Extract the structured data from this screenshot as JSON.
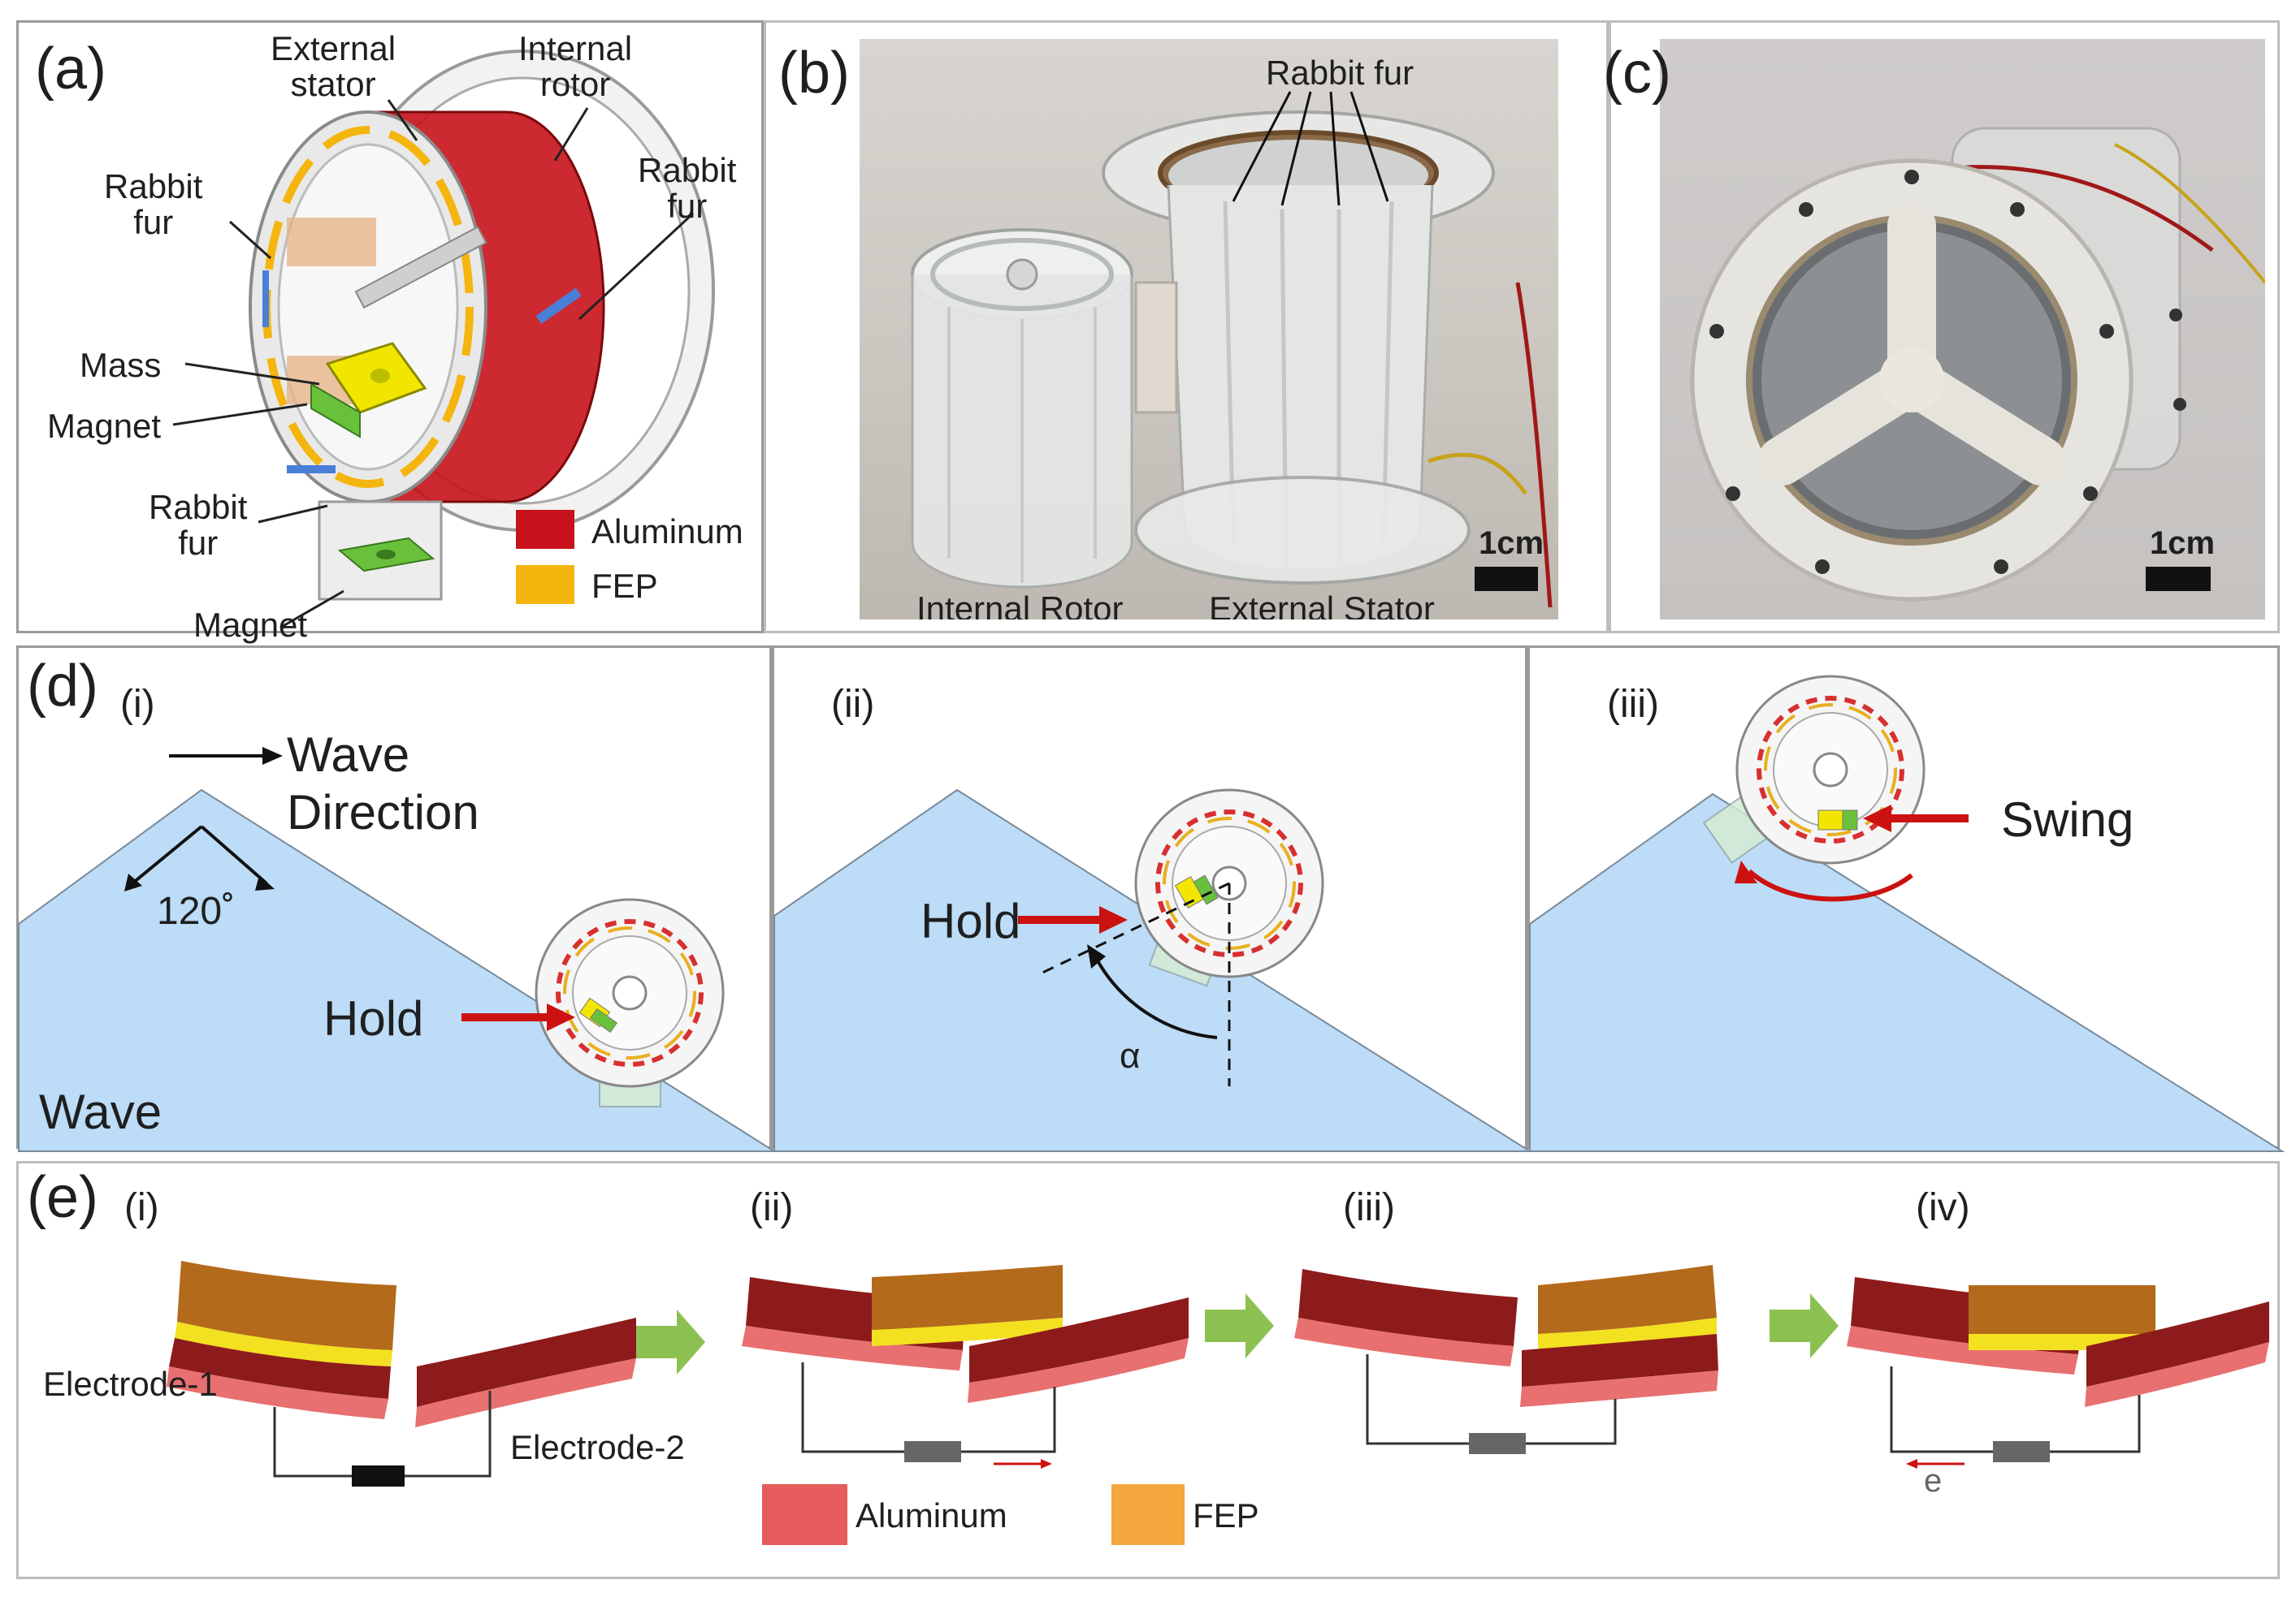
{
  "panel_a": {
    "label": "(a)",
    "external_stator": [
      "External",
      "stator"
    ],
    "internal_rotor": [
      "Internal",
      "rotor"
    ],
    "rabbit_fur_left": [
      "Rabbit",
      "fur"
    ],
    "rabbit_fur_right": [
      "Rabbit",
      "fur"
    ],
    "rabbit_fur_bottom": [
      "Rabbit",
      "fur"
    ],
    "mass": "Mass",
    "magnet_upper": "Magnet",
    "magnet_lower": "Magnet",
    "legend": [
      {
        "label": "Aluminum",
        "color": "#c8121b"
      },
      {
        "label": "FEP",
        "color": "#f5b50f"
      }
    ]
  },
  "panel_b": {
    "label": "(b)",
    "rabbit_fur": "Rabbit fur",
    "internal_rotor": "Internal Rotor",
    "external_stator": "External Stator",
    "scale": "1cm"
  },
  "panel_c": {
    "label": "(c)",
    "scale": "1cm"
  },
  "panel_d": {
    "label": "(d)",
    "sub_i": "(i)",
    "sub_ii": "(ii)",
    "sub_iii": "(iii)",
    "wave_direction": [
      "Wave",
      "Direction"
    ],
    "angle": "120˚",
    "hold_i": "Hold",
    "hold_ii": "Hold",
    "alpha": "α",
    "swing": "Swing",
    "wave": "Wave"
  },
  "panel_e": {
    "label": "(e)",
    "sub_i": "(i)",
    "sub_ii": "(ii)",
    "sub_iii": "(iii)",
    "sub_iv": "(iv)",
    "electrode_1": "Electrode-1",
    "electrode_2": "Electrode-2",
    "electron": "e",
    "legend": [
      {
        "label": "Aluminum",
        "color": "#e65b5b"
      },
      {
        "label": "FEP",
        "color": "#f4a73d"
      }
    ]
  },
  "colors": {
    "aluminum_dark": "#8e1b1b",
    "fep_brown": "#b36a1a",
    "water": "#bcdcf7",
    "red_arrow": "#cc1111",
    "green_arrow": "#8cc152"
  }
}
